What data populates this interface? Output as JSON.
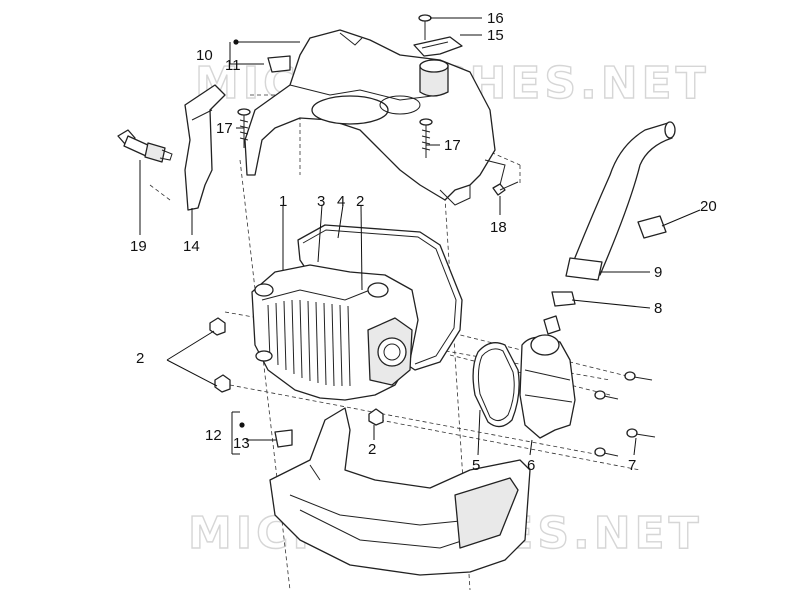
{
  "watermark": {
    "text": "MICROFICHES.NET"
  },
  "labels": {
    "l1": "1",
    "l2a": "2",
    "l2b": "2",
    "l2c": "2",
    "l3": "3",
    "l4": "4",
    "l5": "5",
    "l6": "6",
    "l7": "7",
    "l8": "8",
    "l9": "9",
    "l10": "10",
    "l11": "11",
    "l12": "12",
    "l13": "13",
    "l14": "14",
    "l15": "15",
    "l16": "16",
    "l17a": "17",
    "l17b": "17",
    "l18": "18",
    "l19": "19",
    "l20": "20"
  }
}
